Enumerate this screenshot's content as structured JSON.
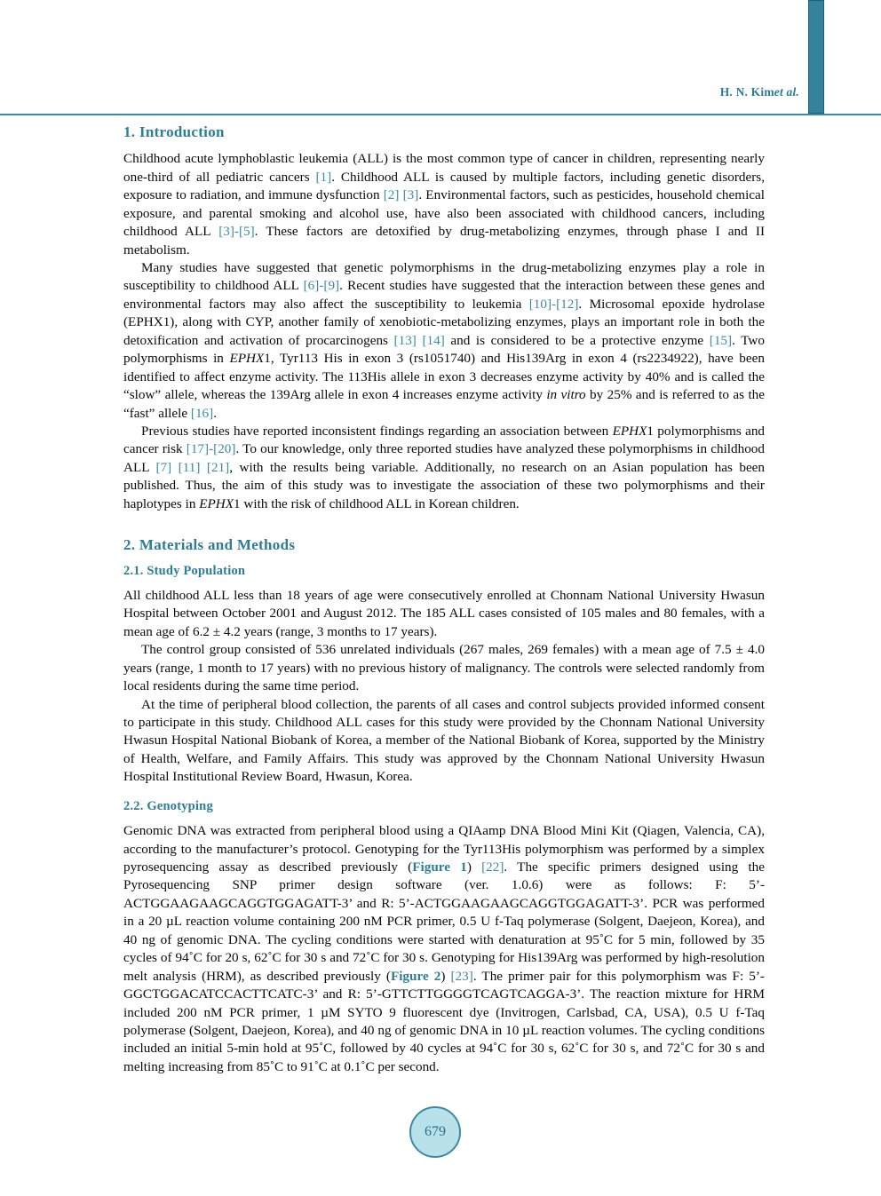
{
  "header": {
    "author_line": "H. N. Kim",
    "author_italic": "et al."
  },
  "sections": {
    "introduction": {
      "heading": "1. Introduction",
      "p1_a": "Childhood acute lymphoblastic leukemia (ALL) is the most common type of cancer in children, representing nearly one-third of all pediatric cancers ",
      "p1_ref1": "[1]",
      "p1_b": ". Childhood ALL is caused by multiple factors, including genetic disorders, exposure to radiation, and immune dysfunction ",
      "p1_ref2": "[2]",
      "p1_c": " ",
      "p1_ref3": "[3]",
      "p1_d": ". Environmental factors, such as pesticides, household chemical exposure, and parental smoking and alcohol use, have also been associated with childhood cancers, including childhood ALL ",
      "p1_ref4": "[3]-[5]",
      "p1_e": ". These factors are detoxified by drug-metabolizing enzymes, through phase I and II metabolism.",
      "p2_a": "Many studies have suggested that genetic polymorphisms in the drug-metabolizing enzymes play a role in susceptibility to childhood ALL ",
      "p2_ref1": "[6]-[9]",
      "p2_b": ". Recent studies have suggested that the interaction between these genes and environmental factors may also affect the susceptibility to leukemia ",
      "p2_ref2": "[10]-[12]",
      "p2_c": ". Microsomal epoxide hydrolase (EPHX1), along with CYP, another family of xenobiotic-metabolizing enzymes, plays an important role in both the detoxification and activation of procarcinogens ",
      "p2_ref3": "[13]",
      "p2_d": " ",
      "p2_ref4": "[14]",
      "p2_e": " and is considered to be a protective enzyme ",
      "p2_ref5": "[15]",
      "p2_f": ". Two polymorphisms in ",
      "p2_italic1": "EPHX",
      "p2_g": "1, Tyr113 His in exon 3 (rs1051740) and His139Arg in exon 4 (rs2234922), have been identified to affect enzyme activity. The 113His allele in exon 3 decreases enzyme activity by 40% and is called the “slow” allele, whereas the 139Arg allele in exon 4 increases enzyme activity ",
      "p2_italic2": "in vitro",
      "p2_h": " by 25% and is referred to as the “fast” allele ",
      "p2_ref6": "[16]",
      "p2_i": ".",
      "p3_a": "Previous studies have reported inconsistent findings regarding an association between ",
      "p3_italic1": "EPHX",
      "p3_b": "1 polymorphisms and cancer risk ",
      "p3_ref1": "[17]-[20]",
      "p3_c": ". To our knowledge, only three reported studies have analyzed these polymorphisms in childhood ALL ",
      "p3_ref2": "[7]",
      "p3_d": " ",
      "p3_ref3": "[11]",
      "p3_e": " ",
      "p3_ref4": "[21]",
      "p3_f": ", with the results being variable. Additionally, no research on an Asian population has been published. Thus, the aim of this study was to investigate the association of these two polymorphisms and their haplotypes in ",
      "p3_italic2": "EPHX",
      "p3_g": "1 with the risk of childhood ALL in Korean children."
    },
    "materials": {
      "heading": "2. Materials and Methods",
      "study_population": {
        "heading": "2.1. Study Population",
        "p1": "All childhood ALL less than 18 years of age were consecutively enrolled at Chonnam National University Hwasun Hospital between October 2001 and August 2012. The 185 ALL cases consisted of 105 males and 80 females, with a mean age of 6.2 ± 4.2 years (range, 3 months to 17 years).",
        "p2": "The control group consisted of 536 unrelated individuals (267 males, 269 females) with a mean age of 7.5 ± 4.0 years (range, 1 month to 17 years) with no previous history of malignancy. The controls were selected randomly from local residents during the same time period.",
        "p3": "At the time of peripheral blood collection, the parents of all cases and control subjects provided informed consent to participate in this study. Childhood ALL cases for this study were provided by the Chonnam National University Hwasun Hospital National Biobank of Korea, a member of the National Biobank of Korea, supported by the Ministry of Health, Welfare, and Family Affairs. This study was approved by the Chonnam National University Hwasun Hospital Institutional Review Board, Hwasun, Korea."
      },
      "genotyping": {
        "heading": "2.2. Genotyping",
        "p1_a": "Genomic DNA was extracted from peripheral blood using a QIAamp DNA Blood Mini Kit (Qiagen, Valencia, CA), according to the manufacturer’s protocol. Genotyping for the Tyr113His polymorphism was performed by a simplex pyrosequencing assay as described previously (",
        "p1_fig1": "Figure 1",
        "p1_b": ") ",
        "p1_ref1": "[22]",
        "p1_c": ". The specific primers designed using the Pyrosequencing SNP primer design software (ver. 1.0.6) were as follows: F: 5’-ACTGGAAGAAGCAGGTGGAGATT-3’ and R: 5’-ACTGGAAGAAGCAGGTGGAGATT-3’. PCR was performed in a 20 µL reaction volume containing 200 nM PCR primer, 0.5 U f-Taq polymerase (Solgent, Daejeon, Korea), and 40 ng of genomic DNA. The cycling conditions were started with denaturation at 95˚C for 5 min, followed by 35 cycles of 94˚C for 20 s, 62˚C for 30 s and 72˚C for 30 s. Genotyping for His139Arg was performed by high-resolution melt analysis (HRM), as described previously (",
        "p1_fig2": "Figure 2",
        "p1_d": ") ",
        "p1_ref2": "[23]",
        "p1_e": ". The primer pair for this polymorphism was F: 5’-GGCTGGACATCCACTTCATC-3’ and R: 5’-GTTCTTGGGGTCAGTCAGGA-3’. The reaction mixture for HRM included 200 nM PCR primer, 1 µM SYTO 9 fluorescent dye (Invitrogen, Carlsbad, CA, USA), 0.5 U f-Taq polymerase (Solgent, Daejeon, Korea), and 40 ng of genomic DNA in 10 µL reaction volumes. The cycling conditions included an initial 5-min hold at 95˚C, followed by 40 cycles at 94˚C for 30 s, 62˚C for 30 s, and 72˚C for 30 s and melting increasing from 85˚C to 91˚C at 0.1˚C per second."
      }
    }
  },
  "footer": {
    "page_number": "679"
  },
  "colors": {
    "accent_teal": "#2c7d96",
    "rule_teal": "#3c8ba4",
    "badge_fill": "#b8e1ea"
  }
}
